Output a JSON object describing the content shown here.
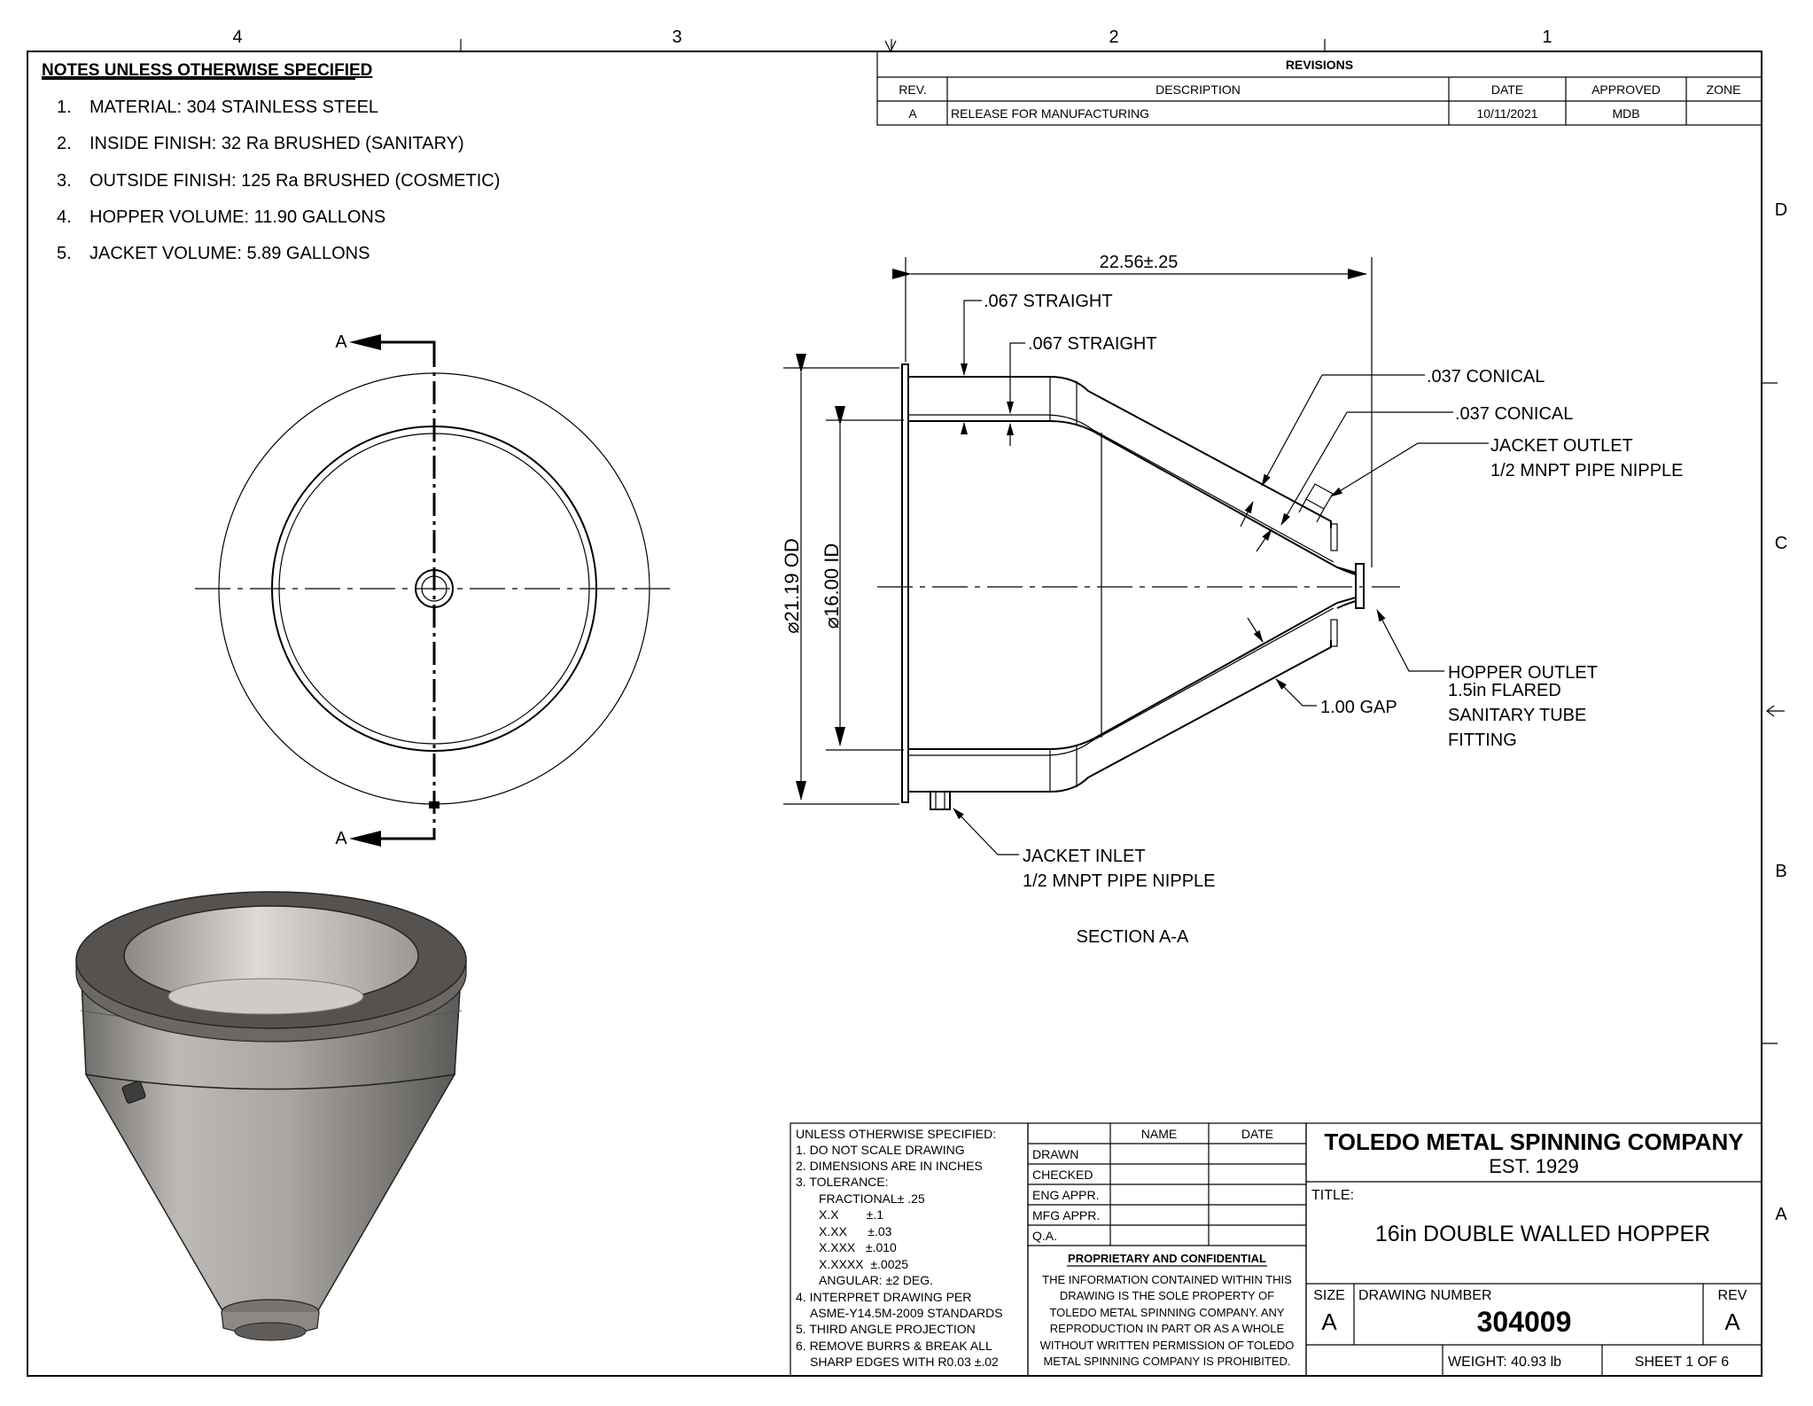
{
  "zones": {
    "cols": [
      "4",
      "3",
      "2",
      "1"
    ],
    "rows": [
      "D",
      "C",
      "B",
      "A"
    ]
  },
  "notes": {
    "heading": "NOTES UNLESS OTHERWISE SPECIFIED",
    "items": [
      {
        "num": "1.",
        "text": "MATERIAL: 304 STAINLESS STEEL"
      },
      {
        "num": "2.",
        "text": "INSIDE FINISH: 32 Ra BRUSHED (SANITARY)"
      },
      {
        "num": "3.",
        "text": "OUTSIDE FINISH: 125 Ra BRUSHED (COSMETIC)"
      },
      {
        "num": "4.",
        "text": "HOPPER VOLUME: 11.90 GALLONS"
      },
      {
        "num": "5.",
        "text": "JACKET VOLUME: 5.89 GALLONS"
      }
    ]
  },
  "revisions": {
    "title": "REVISIONS",
    "headers": [
      "REV.",
      "DESCRIPTION",
      "DATE",
      "APPROVED",
      "ZONE"
    ],
    "rows": [
      [
        "A",
        "RELEASE FOR MANUFACTURING",
        "10/11/2021",
        "MDB",
        ""
      ]
    ]
  },
  "top_view": {
    "section_label_top": "A",
    "section_label_bottom": "A"
  },
  "section_view": {
    "title": "SECTION A-A",
    "dims": {
      "overall_length": "22.56±.25",
      "od": "⌀21.19 OD",
      "id": "⌀16.00 ID",
      "straight_1": ".067 STRAIGHT",
      "straight_2": ".067 STRAIGHT",
      "conical_1": ".037 CONICAL",
      "conical_2": ".037 CONICAL",
      "gap": "1.00 GAP"
    },
    "callouts": {
      "jacket_outlet_1": "JACKET OUTLET",
      "jacket_outlet_2": "1/2 MNPT PIPE NIPPLE",
      "hopper_outlet_1": "HOPPER OUTLET",
      "hopper_outlet_2": "1.5in FLARED",
      "hopper_outlet_3": "SANITARY TUBE",
      "hopper_outlet_4": "FITTING",
      "jacket_inlet_1": "JACKET INLET",
      "jacket_inlet_2": "1/2 MNPT PIPE NIPPLE"
    }
  },
  "tolerance_block": {
    "lines": [
      "UNLESS OTHERWISE SPECIFIED:",
      "1. DO NOT SCALE DRAWING",
      "2. DIMENSIONS ARE IN INCHES",
      "3. TOLERANCE:",
      "FRACTIONAL± .25",
      "X.X        ±.1",
      "X.XX      ±.03",
      "X.XXX   ±.010",
      "X.XXXX  ±.0025",
      "ANGULAR: ±2 DEG.",
      "4. INTERPRET DRAWING PER",
      "ASME-Y14.5M-2009 STANDARDS",
      "5. THIRD ANGLE PROJECTION",
      "6. REMOVE BURRS & BREAK ALL",
      "SHARP EDGES WITH R0.03 ±.02"
    ]
  },
  "signoff": {
    "col_name": "NAME",
    "col_date": "DATE",
    "rows": [
      "DRAWN",
      "CHECKED",
      "ENG APPR.",
      "MFG APPR.",
      "Q.A."
    ]
  },
  "proprietary": {
    "heading": "PROPRIETARY AND CONFIDENTIAL",
    "lines": [
      "THE INFORMATION CONTAINED WITHIN THIS",
      "DRAWING IS THE SOLE PROPERTY OF",
      "TOLEDO METAL SPINNING COMPANY.  ANY",
      "REPRODUCTION IN PART OR AS A WHOLE",
      "WITHOUT WRITTEN PERMISSION OF TOLEDO",
      "METAL SPINNING COMPANY IS PROHIBITED."
    ]
  },
  "title_block": {
    "company": "TOLEDO METAL SPINNING COMPANY",
    "est": "EST. 1929",
    "title_label": "TITLE:",
    "title": "16in DOUBLE WALLED HOPPER",
    "size_label": "SIZE",
    "size": "A",
    "dwg_label": "DRAWING NUMBER",
    "dwg_number": "304009",
    "rev_label": "REV",
    "rev": "A",
    "weight": "WEIGHT: 40.93 lb",
    "sheet": "SHEET 1 OF 6"
  }
}
